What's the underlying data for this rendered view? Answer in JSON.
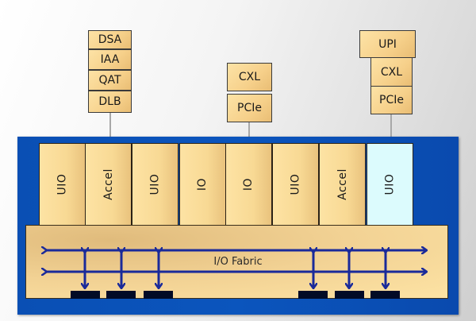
{
  "diagram": {
    "accelerator_stack": [
      "DSA",
      "IAA",
      "QAT",
      "DLB"
    ],
    "middle_stack": [
      "CXL",
      "PCIe"
    ],
    "right_stack": [
      "UPI",
      "CXL",
      "PCIe"
    ],
    "tiles": [
      {
        "label": "UIO",
        "highlighted": false
      },
      {
        "label": "Accel",
        "highlighted": false
      },
      {
        "label": "UIO",
        "highlighted": false
      },
      {
        "label": "IO",
        "highlighted": false
      },
      {
        "label": "IO",
        "highlighted": false
      },
      {
        "label": "UIO",
        "highlighted": false
      },
      {
        "label": "Accel",
        "highlighted": false
      },
      {
        "label": "UIO",
        "highlighted": true
      }
    ],
    "fabric_label": "I/O Fabric",
    "port_count": 6,
    "colors": {
      "chip_blue": "#0b55bd",
      "tile_gold": "#f8d994",
      "tile_highlight": "#dcfbfd",
      "arrow_blue": "#1a2a9a",
      "port_dark": "#020b26"
    }
  }
}
